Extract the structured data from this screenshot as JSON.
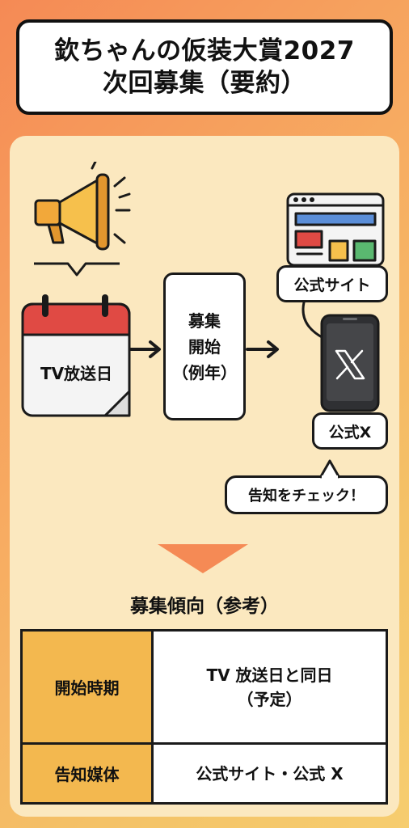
{
  "title": {
    "line1": "欽ちゃんの仮装大賞2027",
    "line2": "次回募集（要約）"
  },
  "flow": {
    "tv_day": "TV放送日",
    "recruit": {
      "line1": "募集",
      "line2": "開始",
      "line3": "（例年）"
    },
    "official_site": "公式サイト",
    "official_x": "公式X",
    "check_notice": "告知をチェック！"
  },
  "trend": {
    "title": "募集傾向（参考）",
    "rows": [
      {
        "label": "開始時期",
        "value_line1": "TV 放送日と同日",
        "value_line2": "（予定）"
      },
      {
        "label": "告知媒体",
        "value_line1": "公式サイト・公式 X",
        "value_line2": ""
      }
    ]
  },
  "colors": {
    "accent": "#f3b84f",
    "calendar_red": "#e04a44",
    "megaphone": "#f2a83a",
    "down_arrow": "#f58a55"
  },
  "icons": [
    "megaphone-icon",
    "calendar-icon",
    "browser-window-icon",
    "smartphone-icon",
    "x-logo-icon"
  ]
}
